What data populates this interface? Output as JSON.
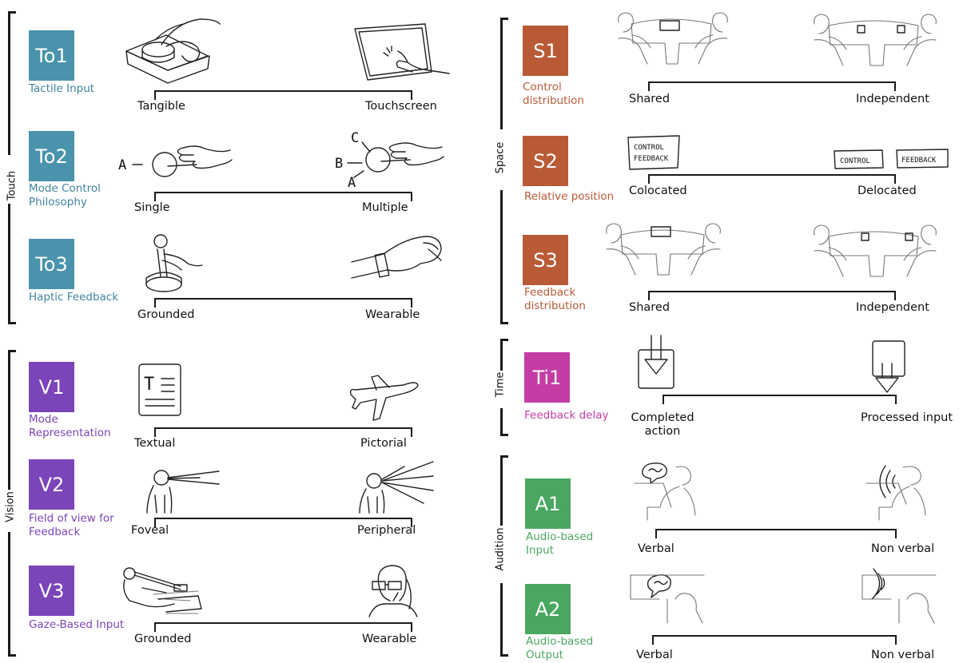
{
  "colors": {
    "touch": "#4a93ac",
    "vision": "#7b44b8",
    "space": "#b95a36",
    "time": "#c43ca4",
    "audition": "#4aa760"
  },
  "groups": {
    "touch": "Touch",
    "vision": "Vision",
    "space": "Space",
    "time": "Time",
    "audition": "Audition"
  },
  "to1": {
    "code": "To1",
    "name": "Tactile Input",
    "left": "Tangible",
    "right": "Touchscreen"
  },
  "to2": {
    "code": "To2",
    "name": "Mode Control Philosophy",
    "left": "Single",
    "right": "Multiple",
    "letters": [
      "A",
      "B",
      "C"
    ]
  },
  "to3": {
    "code": "To3",
    "name": "Haptic Feedback",
    "left": "Grounded",
    "right": "Wearable"
  },
  "v1": {
    "code": "V1",
    "name": "Mode Representation",
    "left": "Textual",
    "right": "Pictorial",
    "icon_letter": "T"
  },
  "v2": {
    "code": "V2",
    "name": "Field of view for Feedback",
    "left": "Foveal",
    "right": "Peripheral"
  },
  "v3": {
    "code": "V3",
    "name": "Gaze-Based Input",
    "left": "Grounded",
    "right": "Wearable"
  },
  "s1": {
    "code": "S1",
    "name": "Control distribution",
    "left": "Shared",
    "right": "Independent"
  },
  "s2": {
    "code": "S2",
    "name": "Relative position",
    "left": "Colocated",
    "right": "Delocated",
    "box_control": "CONTROL",
    "box_feedback": "FEEDBACK"
  },
  "s3": {
    "code": "S3",
    "name": "Feedback distribution",
    "left": "Shared",
    "right": "Independent"
  },
  "ti1": {
    "code": "Ti1",
    "name": "Feedback delay",
    "left": "Completed action",
    "right": "Processed input"
  },
  "a1": {
    "code": "A1",
    "name": "Audio-based Input",
    "left": "Verbal",
    "right": "Non verbal"
  },
  "a2": {
    "code": "A2",
    "name": "Audio-based Output",
    "left": "Verbal",
    "right": "Non verbal"
  }
}
